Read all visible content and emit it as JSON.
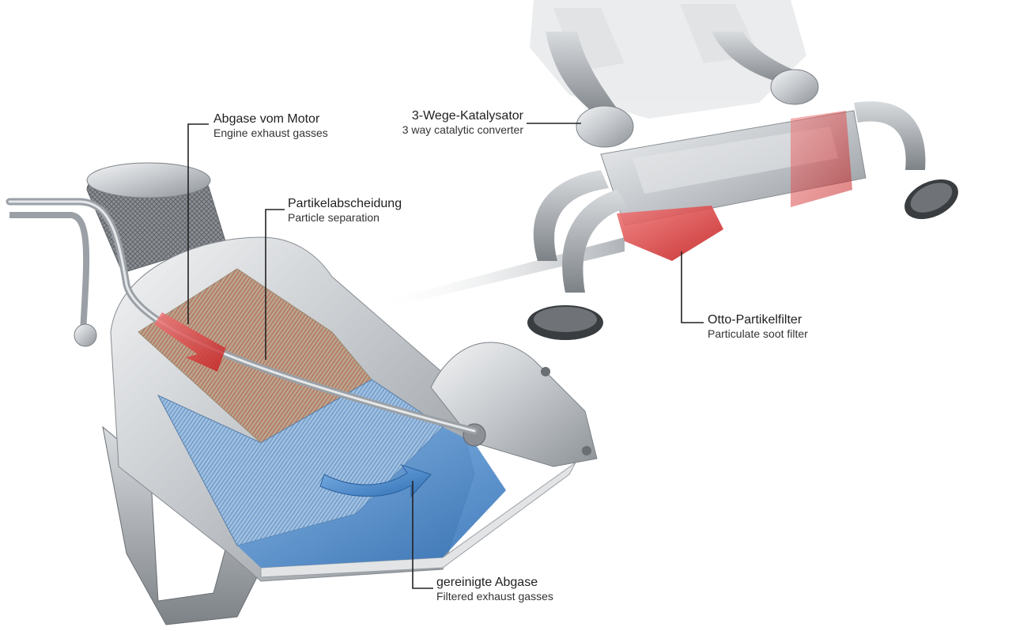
{
  "labels": {
    "engine_exhaust": {
      "de": "Abgase vom Motor",
      "en": "Engine exhaust gasses"
    },
    "particle_separation": {
      "de": "Partikelabscheidung",
      "en": "Particle separation"
    },
    "catalytic_converter": {
      "de": "3-Wege-Katalysator",
      "en": "3 way catalytic converter"
    },
    "otto_filter": {
      "de": "Otto-Partikelfilter",
      "en": "Particulate soot filter"
    },
    "filtered_exhaust": {
      "de": "gereinigte Abgase",
      "en": "Filtered exhaust gasses"
    }
  },
  "colors": {
    "exhaust_hot": "#d32a2a",
    "exhaust_filtered": "#3b82c8",
    "filter_housing": "#bfc3c7",
    "soot_filter": "#c94141",
    "leader_line": "#222222"
  },
  "components": [
    {
      "icon": "particulate-filter-cutaway-icon"
    },
    {
      "icon": "exhaust-system-assembly-icon"
    },
    {
      "icon": "hot-gas-flow-arrow-icon"
    },
    {
      "icon": "filtered-gas-flow-arrow-icon"
    }
  ]
}
